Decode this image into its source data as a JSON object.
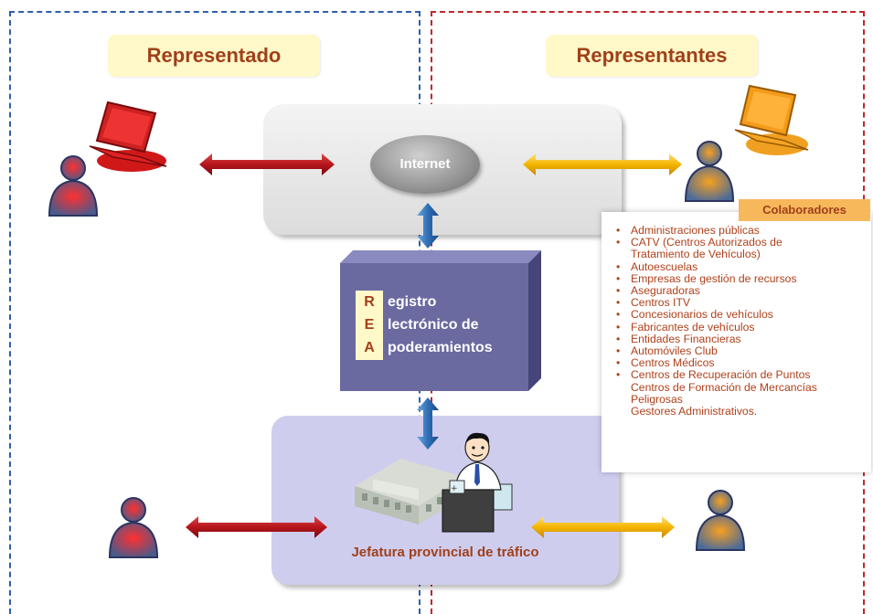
{
  "headers": {
    "left": "Representado",
    "right": "Representantes"
  },
  "internet": {
    "label": "Internet"
  },
  "rea": {
    "letters": [
      "R",
      "E",
      "A"
    ],
    "lines": [
      "egistro",
      "lectrónico de",
      "poderamientos"
    ]
  },
  "jefatura": {
    "label": "Jefatura provincial de tráfico"
  },
  "colaboradores": {
    "title": "Colaboradores",
    "items": [
      {
        "text": "Administraciones públicas",
        "bullet": true
      },
      {
        "text": "CATV (Centros Autorizados de",
        "bullet": true
      },
      {
        "text": "Tratamiento de Vehículos)",
        "bullet": false
      },
      {
        "text": "Autoescuelas",
        "bullet": true
      },
      {
        "text": "Empresas de gestión de recursos",
        "bullet": true
      },
      {
        "text": "Aseguradoras",
        "bullet": true
      },
      {
        "text": "Centros ITV",
        "bullet": true
      },
      {
        "text": "Concesionarios de vehículos",
        "bullet": true
      },
      {
        "text": "Fabricantes de vehículos",
        "bullet": true
      },
      {
        "text": "Entidades Financieras",
        "bullet": true
      },
      {
        "text": "Automóviles Club",
        "bullet": true
      },
      {
        "text": "Centros Médicos",
        "bullet": true
      },
      {
        "text": "Centros de Recuperación de Puntos",
        "bullet": true
      },
      {
        "text": "Centros de Formación de Mercancías",
        "bullet": false
      },
      {
        "text": "Peligrosas",
        "bullet": false
      },
      {
        "text": "Gestores Administrativos.",
        "bullet": false
      }
    ]
  },
  "colors": {
    "left_zone_border": "#2e5fa8",
    "right_zone_border": "#c0272d",
    "header_text": "#a0401a",
    "header_bg": "#fff8c8",
    "red_arrow": "#b5161c",
    "yellow_arrow": "#f5b400",
    "blue_arrow": "#2f6fb5",
    "rea_box": "#6a6aa0",
    "jefatura_bg": "#cfcdee",
    "collab_title_bg": "#f7b85c"
  },
  "icons": [
    "laptop-red-icon",
    "laptop-orange-icon",
    "person-red-icon",
    "person-orange-icon",
    "office-building-icon",
    "office-worker-icon"
  ]
}
